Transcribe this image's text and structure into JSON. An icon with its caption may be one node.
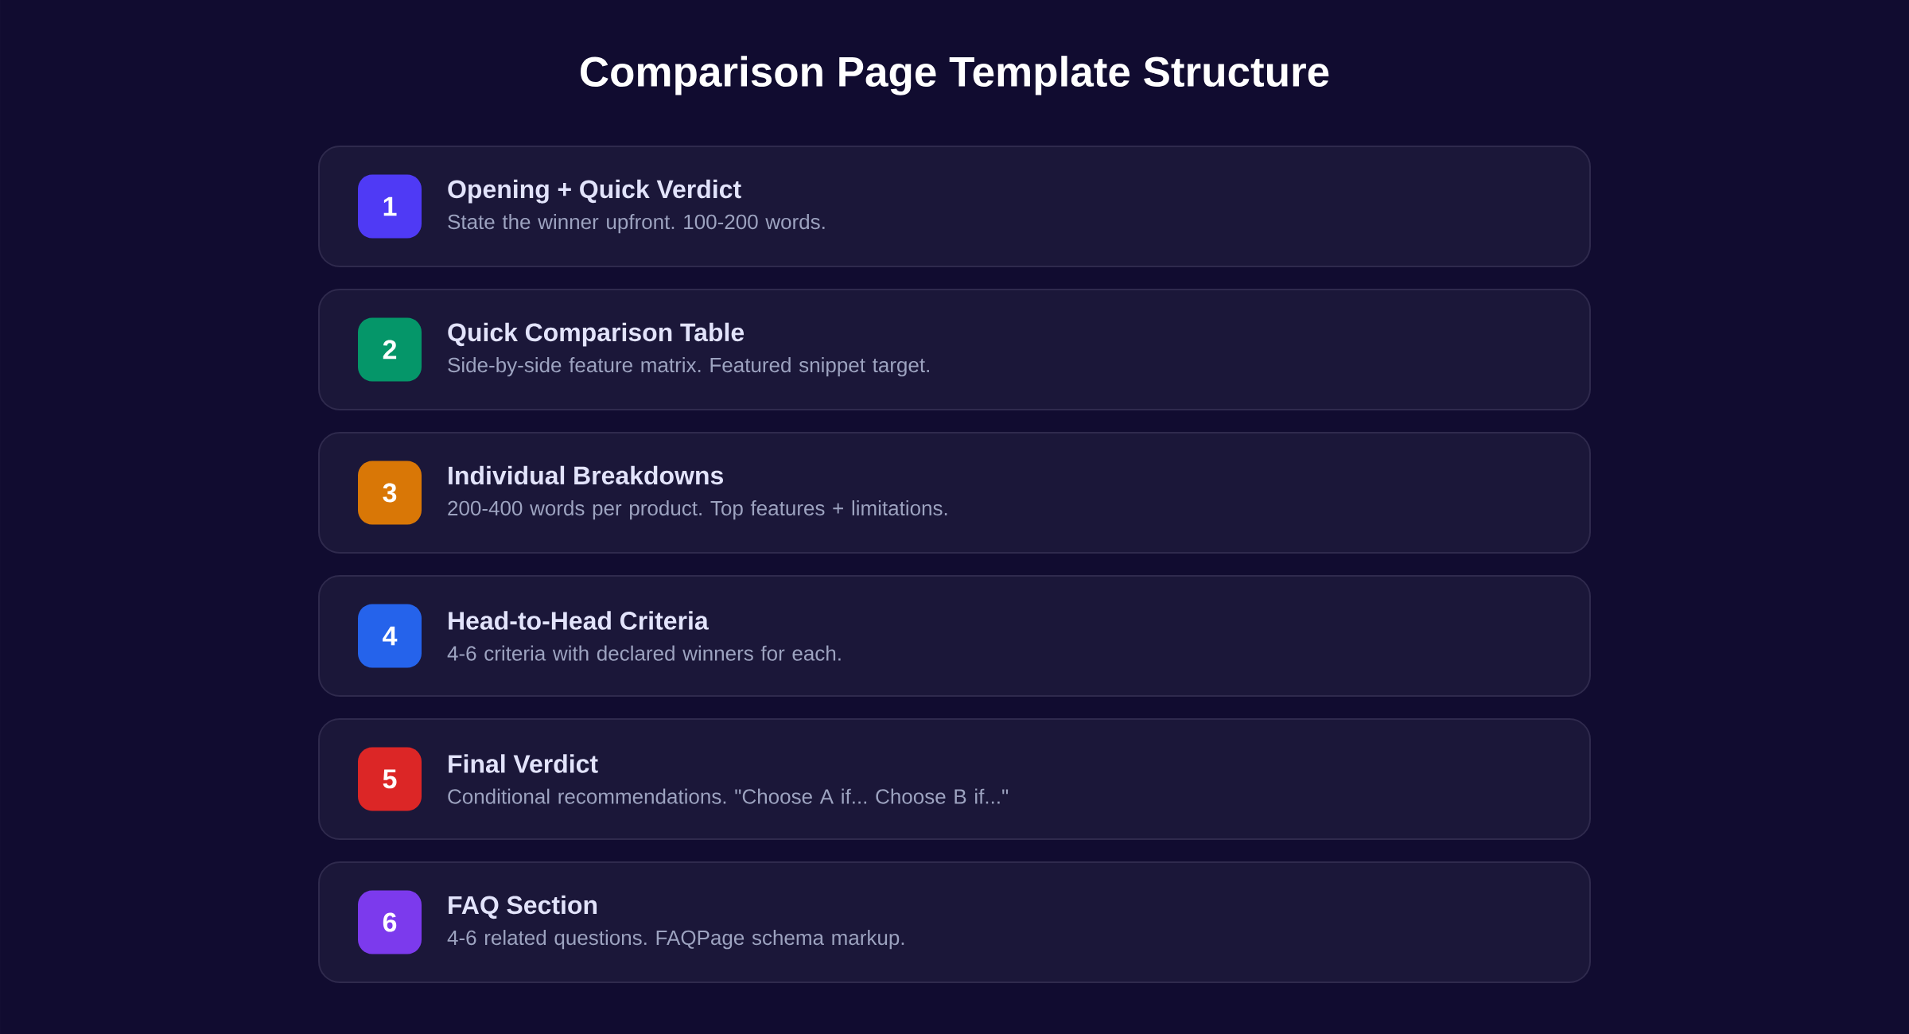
{
  "diagram": {
    "title": "Comparison Page Template Structure",
    "nodes": [
      {
        "text": [
          "Opening + Quick Verdict",
          "State the winner upfront. 100-200 words."
        ]
      },
      {
        "text": [
          "1"
        ],
        "in": 0
      },
      {
        "text": [
          "Quick Comparison Table",
          "Side-by-side feature matrix. Featured snippet target."
        ]
      },
      {
        "text": [
          "2"
        ],
        "in": 2
      },
      {
        "text": [
          "Individual Breakdowns",
          "200-400 words per product. Top features + limitations."
        ]
      },
      {
        "text": [
          "3"
        ],
        "in": 4
      },
      {
        "text": [
          "Head-to-Head Criteria",
          "4-6 criteria with declared winners for each."
        ]
      },
      {
        "text": [
          "4"
        ],
        "in": 6
      },
      {
        "text": [
          "Final Verdict",
          "Conditional recommendations. \"Choose A if... Choose B if...\""
        ]
      },
      {
        "text": [
          "5"
        ],
        "in": 8
      },
      {
        "text": [
          "FAQ Section",
          "4-6 related questions. FAQPage schema markup."
        ]
      },
      {
        "text": [
          "6"
        ],
        "in": 10
      }
    ]
  }
}
